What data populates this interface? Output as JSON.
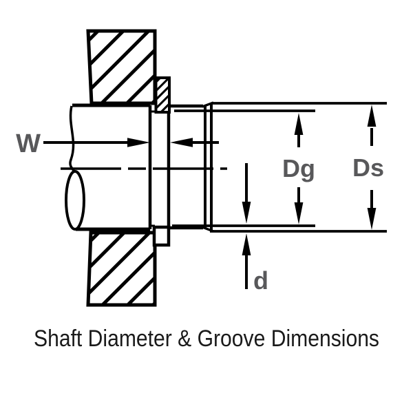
{
  "diagram": {
    "caption": "Shaft Diameter & Groove Dimensions",
    "labels": {
      "groove_width": "W",
      "groove_diameter": "Dg",
      "shaft_diameter": "Ds",
      "groove_depth": "d"
    },
    "colors": {
      "line": "#000000",
      "dimension_label": "#58585a",
      "background": "#ffffff"
    }
  }
}
